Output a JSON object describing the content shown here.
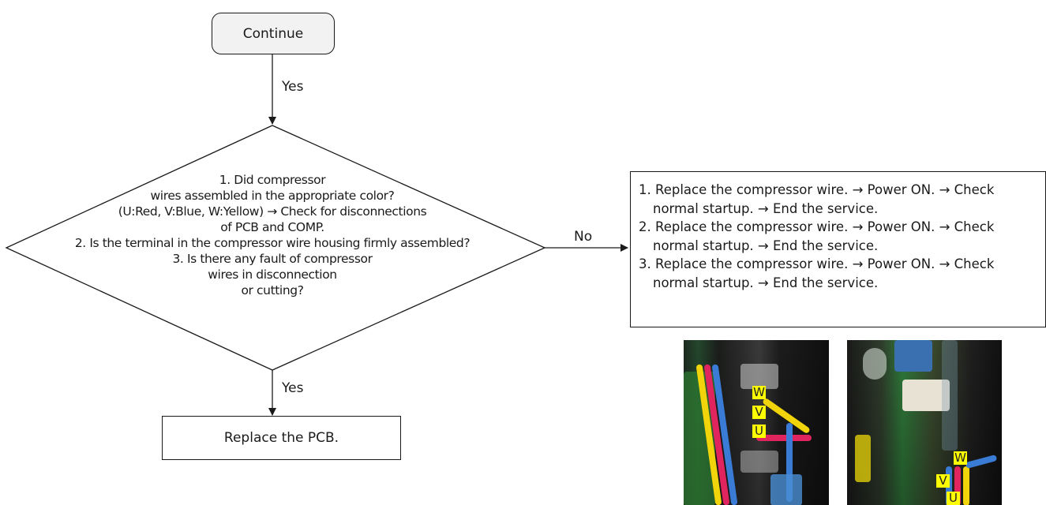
{
  "start_label": "Continue",
  "yes_label_1": "Yes",
  "decision_lines": [
    "1. Did compressor",
    "wires assembled in the appropriate color?",
    "(U:Red, V:Blue, W:Yellow) → Check for disconnections",
    "of PCB and COMP.",
    "2. Is the terminal in the compressor wire housing firmly assembled?",
    "3. Is there any fault of compressor",
    "wires in disconnection",
    "or cutting?"
  ],
  "no_label": "No",
  "yes_label_2": "Yes",
  "pcb_box_label": "Replace the PCB.",
  "action_steps": [
    {
      "line1": "1. Replace the compressor wire. → Power ON. → Check",
      "line2": "normal startup. → End the service."
    },
    {
      "line1": "2. Replace the compressor wire. → Power ON. → Check",
      "line2": "normal startup. → End the service."
    },
    {
      "line1": "3. Replace the compressor wire. → Power ON. → Check",
      "line2": "normal startup. → End the service."
    }
  ],
  "photo_1_labels": [
    "W",
    "V",
    "U"
  ],
  "photo_2_labels": [
    "W",
    "V",
    "U"
  ],
  "colors": {
    "phase_label_bg": "#ffff00",
    "u_wire": "#e0245e",
    "v_wire": "#3a7bd5",
    "w_wire": "#f2d40a"
  }
}
